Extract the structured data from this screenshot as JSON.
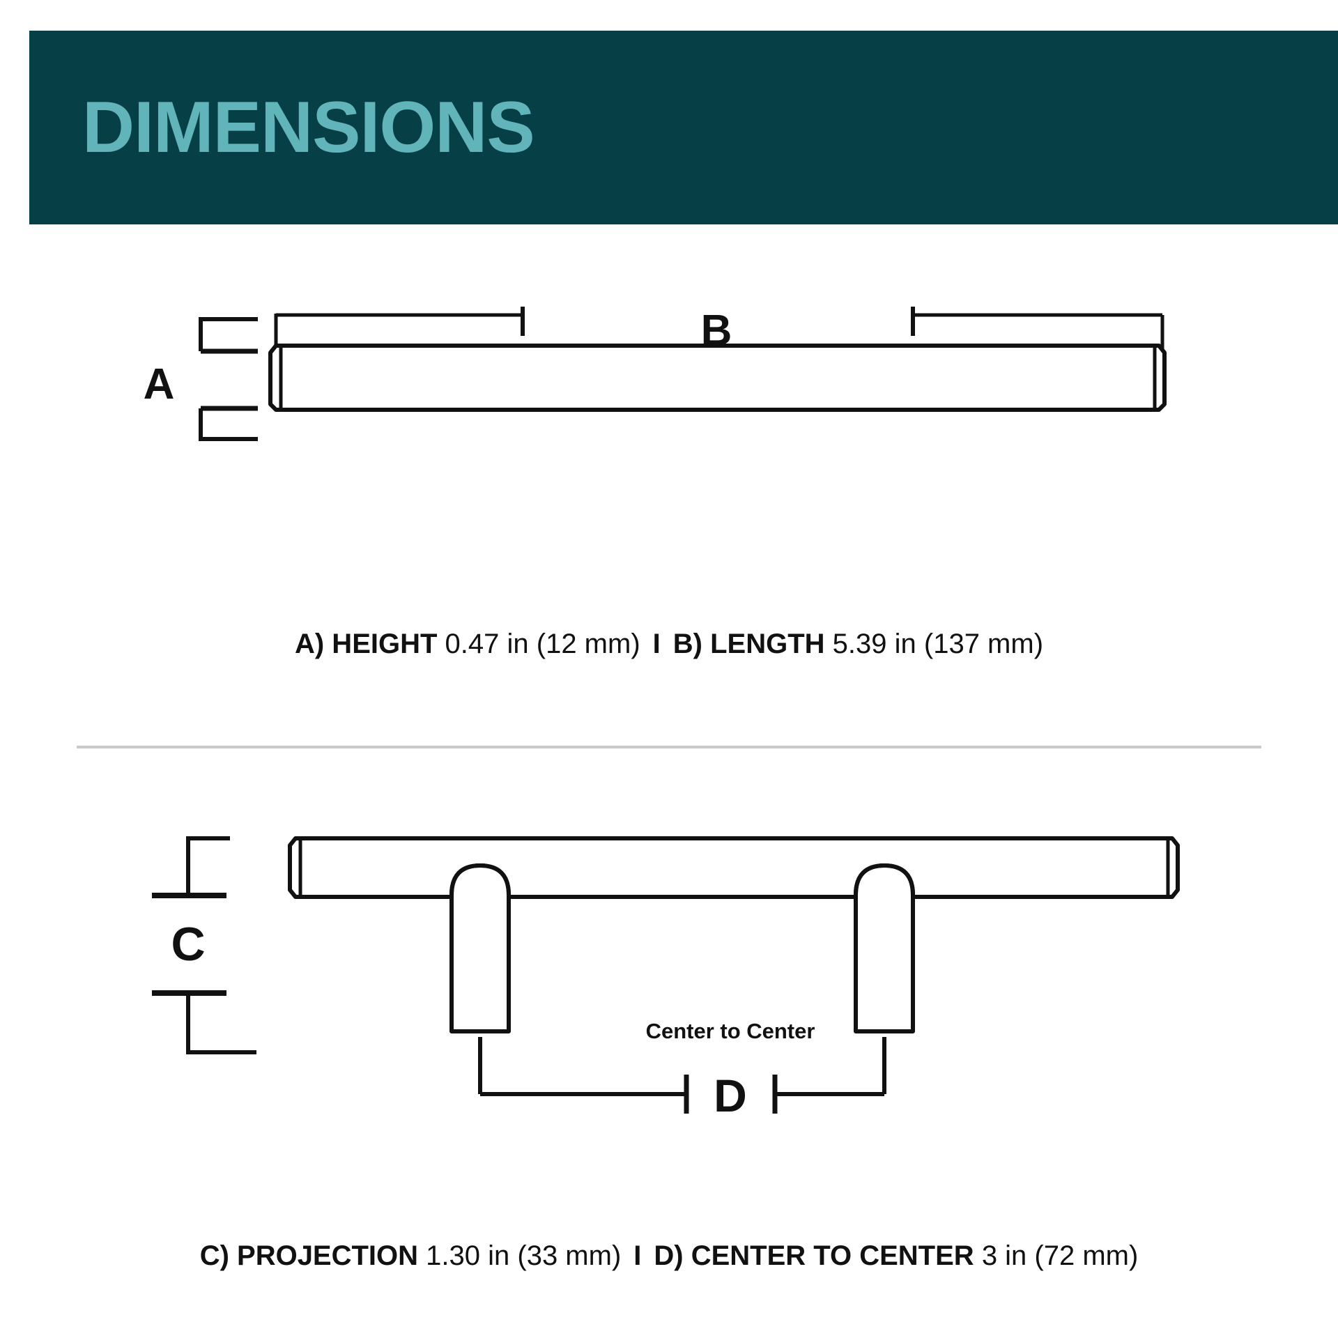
{
  "banner": {
    "title": "DIMENSIONS",
    "background_color": "#073f47",
    "text_color": "#62b4bb"
  },
  "diagram_top": {
    "name": "side-profile-view",
    "labels": {
      "height_marker": "A",
      "length_marker": "B"
    }
  },
  "diagram_bottom": {
    "name": "front-profile-view",
    "labels": {
      "projection_marker": "C",
      "center_to_center_marker": "D",
      "center_to_center_note": "Center to Center"
    }
  },
  "caption_top": {
    "item_a_label": "A) HEIGHT",
    "item_a_value": "0.47 in (12 mm)",
    "separator": "I",
    "item_b_label": "B) LENGTH",
    "item_b_value": "5.39 in (137 mm)"
  },
  "caption_bottom": {
    "item_c_label": "C) PROJECTION",
    "item_c_value": "1.30 in (33 mm)",
    "separator": "I",
    "item_d_label": "D) CENTER TO CENTER",
    "item_d_value": "3 in (72 mm)"
  },
  "colors": {
    "line": "#111111",
    "divider": "#c9c9c9",
    "background": "#ffffff"
  }
}
